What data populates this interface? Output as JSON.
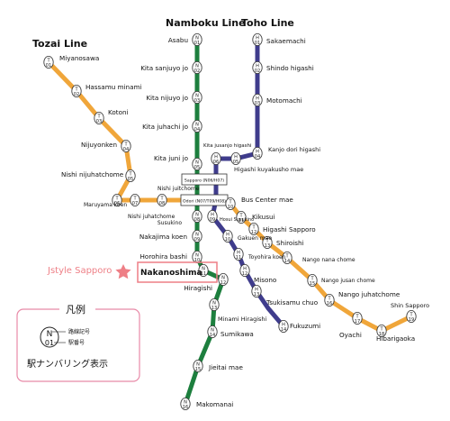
{
  "lines": {
    "tozai": {
      "label": "Tozai Line",
      "color": "#f0a63a",
      "stations": [
        {
          "name": "Miyanosawa",
          "code": "T 01"
        },
        {
          "name": "Hassamu minami",
          "code": "T 02"
        },
        {
          "name": "Kotoni",
          "code": "T 03"
        },
        {
          "name": "Nijuyonken",
          "code": "T 04"
        },
        {
          "name": "Nishi nijuhatchome",
          "code": "T 05"
        },
        {
          "name": "Maruyama koen",
          "code": "T 06"
        },
        {
          "name": "Nishi juhatchome",
          "code": "T 07"
        },
        {
          "name": "Nishi juitchome",
          "code": "T 08"
        },
        {
          "name": "Bus Center mae",
          "code": "T 10"
        },
        {
          "name": "Kikusui",
          "code": "T 11"
        },
        {
          "name": "Higashi Sapporo",
          "code": "T 12"
        },
        {
          "name": "Shiroishi",
          "code": "T 13"
        },
        {
          "name": "Nango nana chome",
          "code": "T 14"
        },
        {
          "name": "Nango jusan chome",
          "code": "T 15"
        },
        {
          "name": "Nango juhatchome",
          "code": "T 16"
        },
        {
          "name": "Oyachi",
          "code": "T 17"
        },
        {
          "name": "Hibarigaoka",
          "code": "T 18"
        },
        {
          "name": "Shin Sapporo",
          "code": "T 19"
        }
      ]
    },
    "namboku": {
      "label": "Namboku Line",
      "color": "#1d7f3e",
      "stations": [
        {
          "name": "Asabu",
          "code": "N 01"
        },
        {
          "name": "Kita sanjuyo jo",
          "code": "N 02"
        },
        {
          "name": "Kita nijuyo jo",
          "code": "N 03"
        },
        {
          "name": "Kita juhachi jo",
          "code": "N 04"
        },
        {
          "name": "Kita juni jo",
          "code": "N 05"
        },
        {
          "name": "Susukino",
          "code": "N 08"
        },
        {
          "name": "Nakajima koen",
          "code": "N 09"
        },
        {
          "name": "Horohira bashi",
          "code": "N 10"
        },
        {
          "name": "Nakanoshima",
          "code": "N 11"
        },
        {
          "name": "Hiragishi",
          "code": "N 12"
        },
        {
          "name": "Minami Hiragishi",
          "code": "N 13"
        },
        {
          "name": "Sumikawa",
          "code": "N 14"
        },
        {
          "name": "Jieitai mae",
          "code": "N 15"
        },
        {
          "name": "Makomanai",
          "code": "N 16"
        }
      ]
    },
    "toho": {
      "label": "Toho Line",
      "color": "#3f3c8c",
      "stations": [
        {
          "name": "Sakaemachi",
          "code": "H 01"
        },
        {
          "name": "Shindo higashi",
          "code": "H 02"
        },
        {
          "name": "Motomachi",
          "code": "H 03"
        },
        {
          "name": "Kanjo dori higashi",
          "code": "H 04"
        },
        {
          "name": "Higashi kuyakusho mae",
          "code": "H 05"
        },
        {
          "name": "Kita jusanjo higashi",
          "code": "H 06"
        },
        {
          "name": "Hosui Susukino",
          "code": "H 09"
        },
        {
          "name": "Gakuen mae",
          "code": "H 10"
        },
        {
          "name": "Toyohira koen",
          "code": "H 11"
        },
        {
          "name": "Misono",
          "code": "H 12"
        },
        {
          "name": "Tsukisamu chuo",
          "code": "H 13"
        },
        {
          "name": "Fukuzumi",
          "code": "H 14"
        }
      ]
    }
  },
  "transfer_boxes": {
    "sapporo": "Sapporo (N06/H07)",
    "odori": "Odori (N07/T09/H08)"
  },
  "marker": {
    "label": "Jstyle Sapporo",
    "highlight_station": "Nakanoshima",
    "highlight_code": "N 11",
    "color": "#ee7f86"
  },
  "legend": {
    "title": "凡例",
    "sample_letter": "N",
    "sample_number": "01",
    "line_symbol_label": "路線記号",
    "station_number_label": "駅番号",
    "caption": "駅ナンバリング表示"
  }
}
